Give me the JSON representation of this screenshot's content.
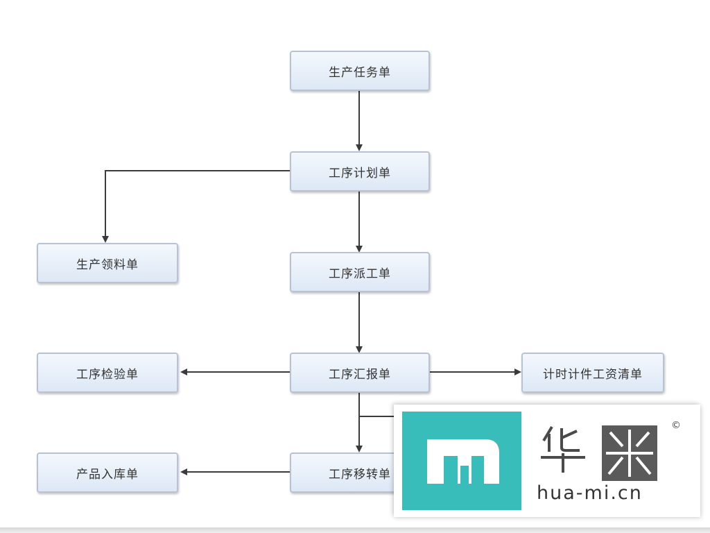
{
  "nodes": {
    "production_task_order": "生产任务单",
    "process_plan_order": "工序计划单",
    "production_requisition": "生产领料单",
    "process_dispatch_order": "工序派工单",
    "process_inspection_order": "工序检验单",
    "process_report_order": "工序汇报单",
    "piece_wage_order": "计时计件工资清单",
    "product_storage_order": "产品入库单",
    "process_transfer_order": "工序移转单"
  },
  "watermark": {
    "brand_cn": "华米",
    "domain": "hua-mi.cn",
    "copyright": "©"
  },
  "colors": {
    "node_border": "#b7c3d3",
    "node_fill_top": "#f4f8fd",
    "node_fill_bottom": "#dde8f5",
    "arrow": "#3a3a3a",
    "brand_teal": "#38bdbb"
  }
}
